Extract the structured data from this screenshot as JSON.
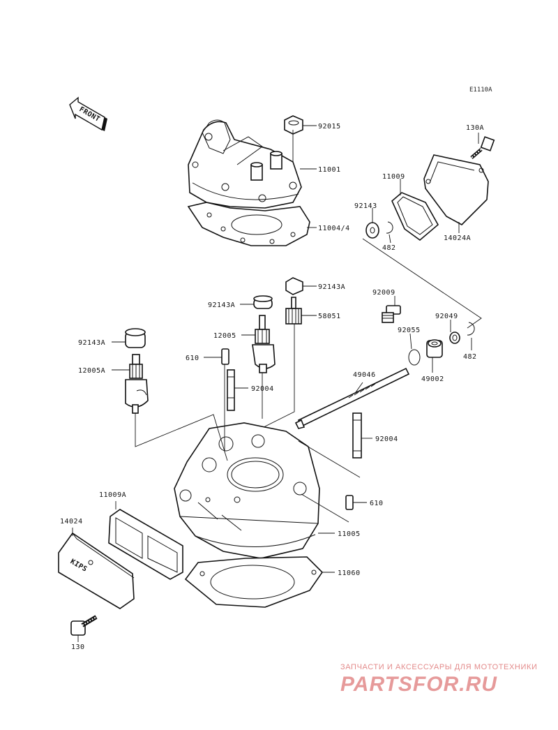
{
  "diagram_code": "E1110A",
  "front_label": "FRONT",
  "watermark": {
    "tagline": "ЗАПЧАСТИ И АКСЕССУАРЫ ДЛЯ МОТОТЕХНИКИ",
    "logo": "PARTSFOR.RU"
  },
  "cover_text": "KIPS",
  "labels": {
    "p92015": "92015",
    "p11001": "11001",
    "p11004": "11004/4",
    "p130a": "130A",
    "p11009": "11009",
    "p92143": "92143",
    "p482a": "482",
    "p14024a": "14024A",
    "p92143a_top": "92143A",
    "p92143a_mid": "92143A",
    "p58051": "58051",
    "p92009": "92009",
    "p12005": "12005",
    "p92049": "92049",
    "p92055": "92055",
    "p482b": "482",
    "p92143a_left": "92143A",
    "p49002": "49002",
    "p610a": "610",
    "p12005a": "12005A",
    "p92004a": "92004",
    "p49046": "49046",
    "p92004b": "92004",
    "p610b": "610",
    "p11009a": "11009A",
    "p14024": "14024",
    "p11005": "11005",
    "p11060": "11060",
    "p130": "130"
  }
}
